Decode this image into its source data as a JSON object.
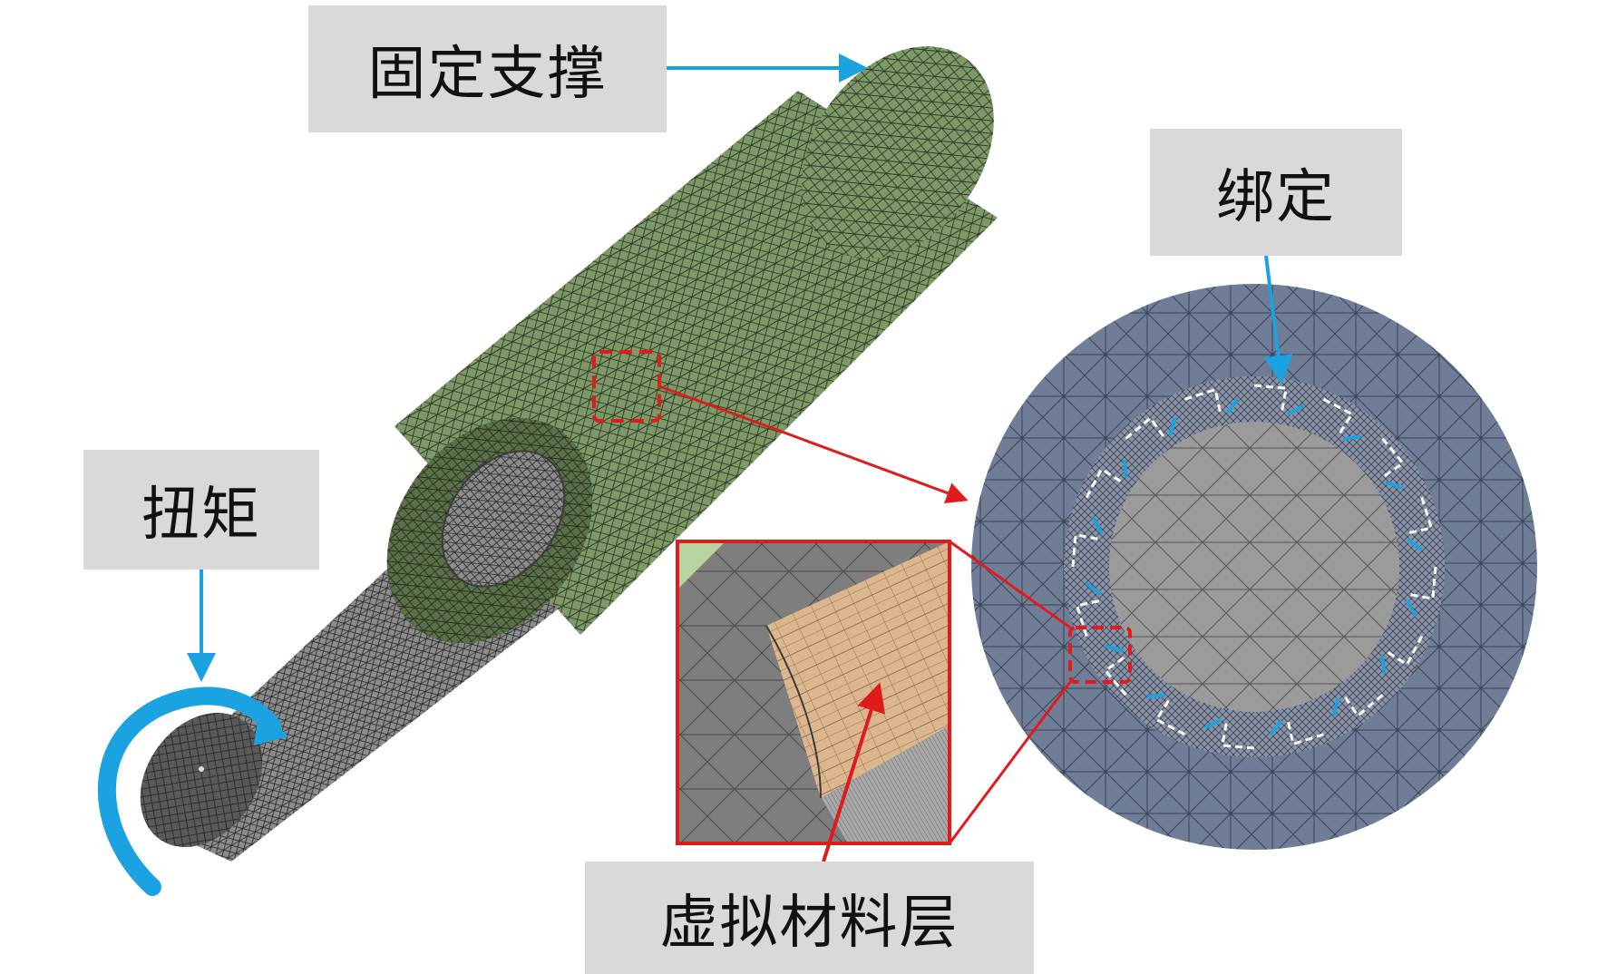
{
  "labels": {
    "fixed_support": "固定支撑",
    "torque": "扭矩",
    "bonded": "绑定",
    "virtual_material_layer": "虚拟材料层"
  },
  "colors": {
    "label_background": "#d9d9d9",
    "outer_sleeve_mesh": "#6f8a5a",
    "inner_shaft_mesh": "#8a8a8a",
    "cross_section_outer": "#6e7c95",
    "cross_section_core": "#9a9a9a",
    "virtual_layer": "#d9b48a",
    "blue_arrow": "#1aa3e0",
    "red_highlight": "#e01b1b"
  },
  "icons": [
    "torque-rotation-arrow-icon",
    "callout-arrow-icon"
  ]
}
